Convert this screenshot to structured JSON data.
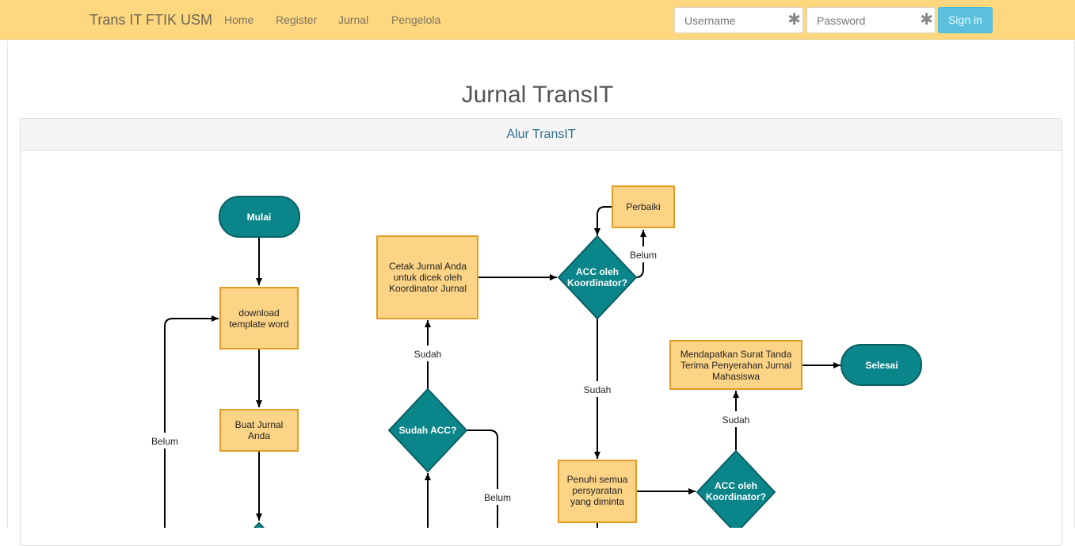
{
  "navbar": {
    "brand": "Trans IT FTIK USM",
    "links": [
      "Home",
      "Register",
      "Jurnal",
      "Pengelola"
    ],
    "username_placeholder": "Username",
    "password_placeholder": "Password",
    "required_mark": "✱",
    "signin_label": "Sign in"
  },
  "page": {
    "title": "Jurnal TransIT"
  },
  "panel": {
    "title": "Alur TransIT"
  },
  "flow": {
    "start": "Mulai",
    "download": [
      "download",
      "template word"
    ],
    "buat": [
      "Buat Jurnal",
      "Anda"
    ],
    "cetak": [
      "Cetak Jurnal Anda",
      "untuk dicek oleh",
      "Koordinator Jurnal"
    ],
    "sudah_acc": "Sudah ACC?",
    "acc1": [
      "ACC oleh",
      "Koordinator?"
    ],
    "perbaiki": "Perbaiki",
    "penuhi": [
      "Penuhi semua",
      "persyaratan",
      "yang diminta"
    ],
    "acc2": [
      "ACC oleh",
      "Koordinator?"
    ],
    "surat": [
      "Mendapatkan Surat Tanda",
      "Terima Penyerahan Jurnal",
      "Mahasiswa"
    ],
    "end": "Selesai",
    "labels": {
      "belum_left": "Belum",
      "sudah_1": "Sudah",
      "belum_mid": "Belum",
      "belum_perbaiki": "Belum",
      "sudah_2": "Sudah",
      "sudah_3": "Sudah"
    }
  },
  "colors": {
    "navbar": "#ffd77f",
    "process_fill": "#fdd486",
    "process_stroke": "#e59c26",
    "decision_fill": "#0a858a",
    "decision_stroke": "#0a5f63",
    "signin": "#5bc0de"
  }
}
